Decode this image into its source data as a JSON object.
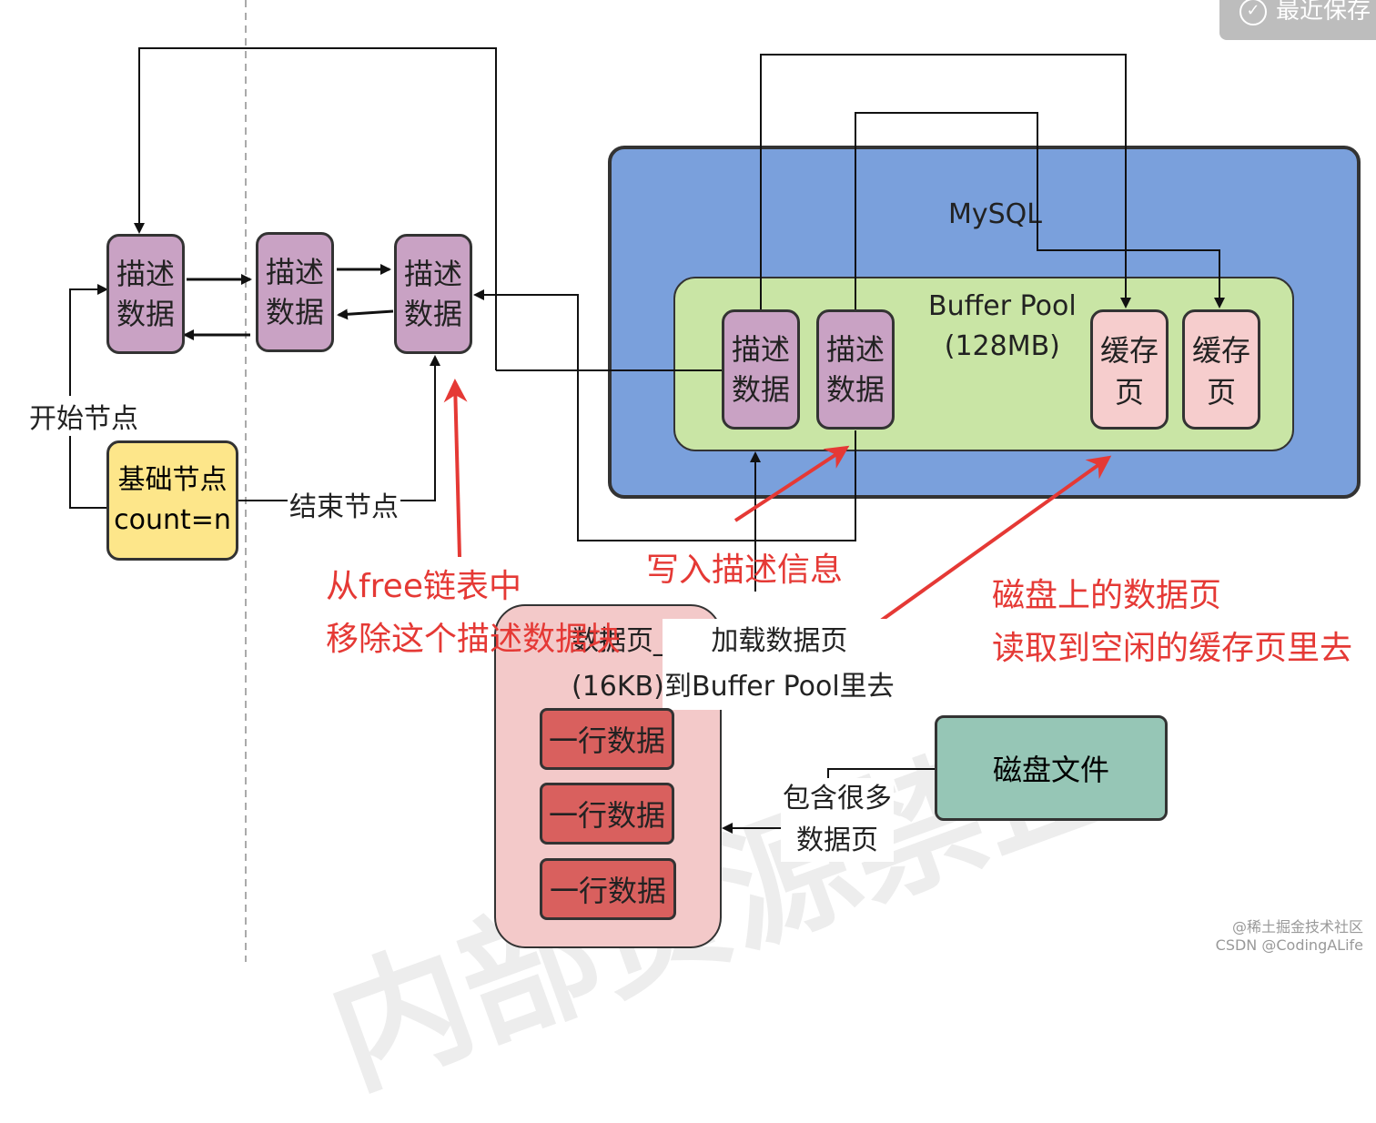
{
  "header": {
    "save_label": "最近保存"
  },
  "left_list": {
    "node_label": "描述\n数据",
    "start_label": "开始节点",
    "end_label": "结束节点",
    "base_node": "基础节点\ncount=n"
  },
  "mysql": {
    "title": "MySQL",
    "buffer_pool": "Buffer Pool\n(128MB)",
    "descriptor": "描述\n数据",
    "cache_page": "缓存页"
  },
  "page": {
    "label": "数据页_\n(16KB)",
    "row": "一行数据",
    "load_label": "加载数据页\n到Buffer Pool里去"
  },
  "disk": {
    "file": "磁盘文件",
    "contains": "包含很多\n数据页"
  },
  "annotations": {
    "free_remove": "从free链表中\n移除这个描述数据块",
    "write_desc": "写入描述信息",
    "disk_read": "磁盘上的数据页\n读取到空闲的缓存页里去"
  },
  "watermark": "内部资源禁止",
  "credits": {
    "line1": "@稀土掘金技术社区",
    "line2": "CSDN @CodingALife"
  },
  "colors": {
    "mysql_bg": "#7aa0dc",
    "pool_bg": "#c9e5a5",
    "descriptor_bg": "#c9a2c4",
    "cache_bg": "#f6cdcd",
    "row_bg": "#d9605e",
    "page_bg": "#f3c9c9",
    "disk_bg": "#96c6b6",
    "base_bg": "#fde68a",
    "annotation": "#e53935"
  }
}
